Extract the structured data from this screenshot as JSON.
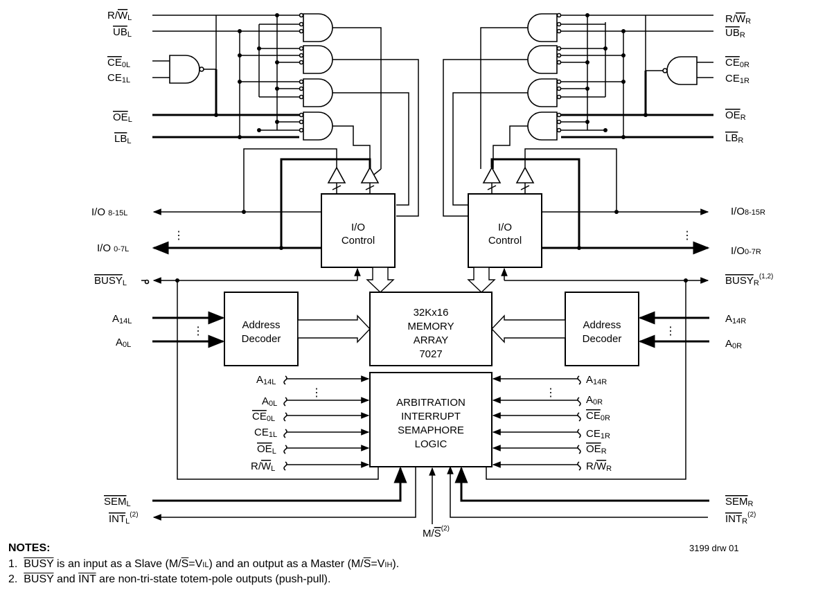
{
  "left_signals": {
    "rw": {
      "main": "R/",
      "bar": "W",
      "sub": "L"
    },
    "ub": {
      "bar": "UB",
      "sub": "L"
    },
    "ce0": {
      "bar": "CE",
      "sub": "0L"
    },
    "ce1": {
      "main": "CE",
      "sub": "1L"
    },
    "oe": {
      "bar": "OE",
      "sub": "L"
    },
    "lb": {
      "bar": "LB",
      "sub": "L"
    },
    "io_hi": {
      "main": "I/O ",
      "sub": "8-15L"
    },
    "io_lo": {
      "main": "I/O ",
      "sub": "0-7L"
    },
    "busy": {
      "bar": "BUSY",
      "sub": "L"
    },
    "a14": {
      "main": "A",
      "sub": "14L"
    },
    "a0": {
      "main": "A",
      "sub": "0L"
    },
    "sem": {
      "bar": "SEM",
      "sub": "L"
    },
    "int": {
      "bar": "INT",
      "sub": "L",
      "sup": "(2)"
    }
  },
  "right_signals": {
    "rw": {
      "main": "R/",
      "bar": "W",
      "sub": "R"
    },
    "ub": {
      "bar": "UB",
      "sub": "R"
    },
    "ce0": {
      "bar": "CE",
      "sub": "0R"
    },
    "ce1": {
      "main": "CE",
      "sub": "1R"
    },
    "oe": {
      "bar": "OE",
      "sub": "R"
    },
    "lb": {
      "bar": "LB",
      "sub": "R"
    },
    "io_hi": {
      "main": "I/O",
      "sub": "8-15R"
    },
    "io_lo": {
      "main": "I/O",
      "sub": "0-7R"
    },
    "busy": {
      "bar": "BUSY",
      "sub": "R",
      "sup": "(1,2)"
    },
    "a14": {
      "main": "A",
      "sub": "14R"
    },
    "a0": {
      "main": "A",
      "sub": "0R"
    },
    "sem": {
      "bar": "SEM",
      "sub": "R"
    },
    "int": {
      "bar": "INT",
      "sub": "R",
      "sup": "(2)"
    }
  },
  "arb_left_inputs": [
    {
      "main": "A",
      "sub": "14L"
    },
    {
      "main": "A",
      "sub": "0L"
    },
    {
      "bar": "CE",
      "sub": "0L"
    },
    {
      "main": "CE",
      "sub": "1L"
    },
    {
      "bar": "OE",
      "sub": "L"
    },
    {
      "main": "R/",
      "bar": "W",
      "sub": "L"
    }
  ],
  "arb_right_inputs": [
    {
      "main": "A",
      "sub": "14R"
    },
    {
      "main": "A",
      "sub": "0R"
    },
    {
      "bar": "CE",
      "sub": "0R"
    },
    {
      "main": "CE",
      "sub": "1R"
    },
    {
      "bar": "OE",
      "sub": "R"
    },
    {
      "main": "R/",
      "bar": "W",
      "sub": "R"
    }
  ],
  "blocks": {
    "io_control_left": [
      "I/O",
      "Control"
    ],
    "io_control_right": [
      "I/O",
      "Control"
    ],
    "memory_array": [
      "32Kx16",
      "MEMORY",
      "ARRAY",
      "7027"
    ],
    "address_decoder_left": [
      "Address",
      "Decoder"
    ],
    "address_decoder_right": [
      "Address",
      "Decoder"
    ],
    "arbitration": [
      "ARBITRATION",
      "INTERRUPT",
      "SEMAPHORE",
      "LOGIC"
    ]
  },
  "ms_label": {
    "main": "M/",
    "bar": "S",
    "sup": "(2)"
  },
  "drawing_id": "3199 drw 01",
  "notes": {
    "title": "NOTES:",
    "items": [
      {
        "num": "1.",
        "bar1": "BUSY",
        "t1": " is an input as a Slave (M/",
        "bar2": "S",
        "t2": "=V",
        "sub2": "IL",
        "t3": ") and an output as a Master (M/",
        "bar3": "S",
        "t4": "=V",
        "sub4": "IH",
        "t5": ")."
      },
      {
        "num": "2.",
        "bar1": "BUSY",
        "t1": " and ",
        "bar2": "INT",
        "t2": " are non-tri-state totem-pole outputs (push-pull)."
      }
    ]
  }
}
